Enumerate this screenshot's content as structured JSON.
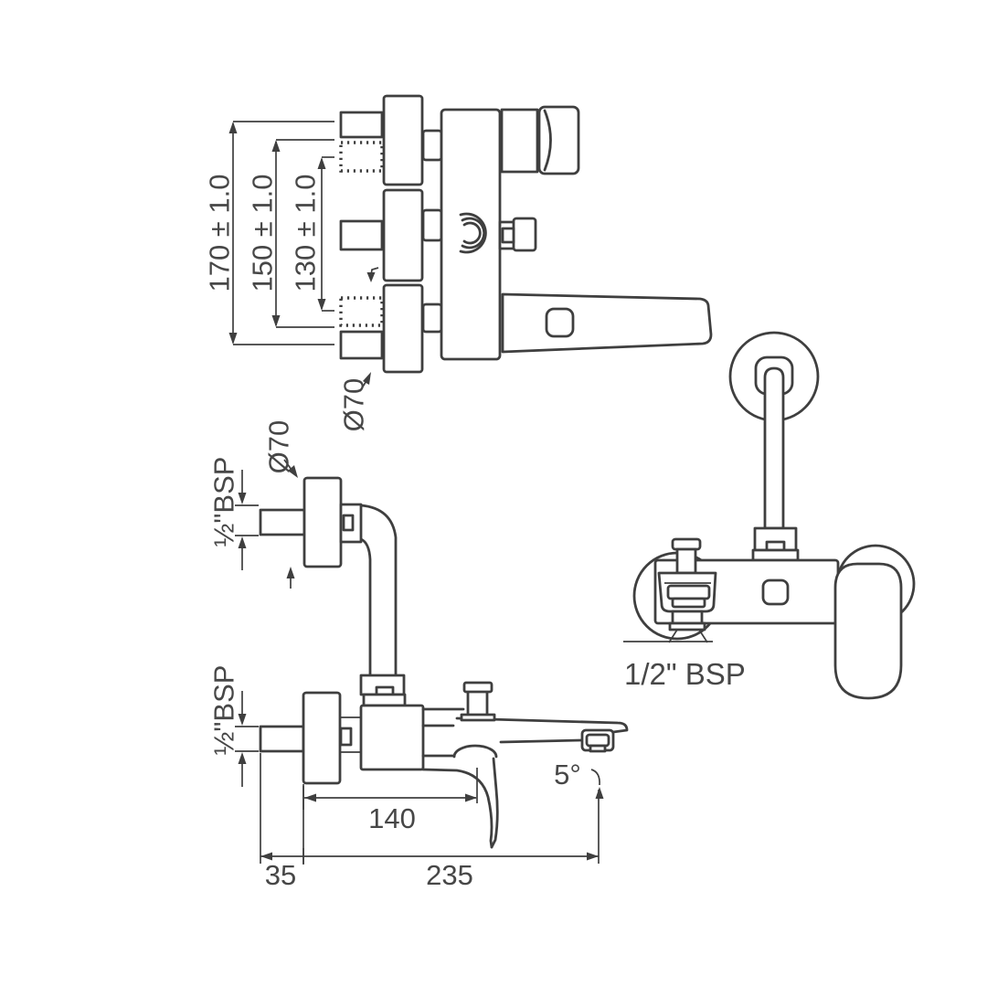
{
  "drawing": {
    "background_color": "#ffffff",
    "line_color": "#3f3f3f",
    "text_color": "#474747",
    "views": {
      "top_view": {
        "dim_depth_outer": "170 ± 1.0",
        "dim_depth_mid": "150 ± 1.0",
        "dim_depth_inner": "130 ± 1.0",
        "dim_flange_diameter": "Ø70"
      },
      "side_view": {
        "dim_flange_diameter": "Ø70",
        "dim_shower_outlet_thread": "½\"BSP",
        "dim_inlet_thread": "½\"BSP",
        "dim_wall_to_handle": "140",
        "dim_wall_offset": "35",
        "dim_total_reach": "235",
        "dim_spout_angle": "5°"
      },
      "front_view": {
        "dim_diverter_thread": "1/2\" BSP"
      }
    }
  }
}
